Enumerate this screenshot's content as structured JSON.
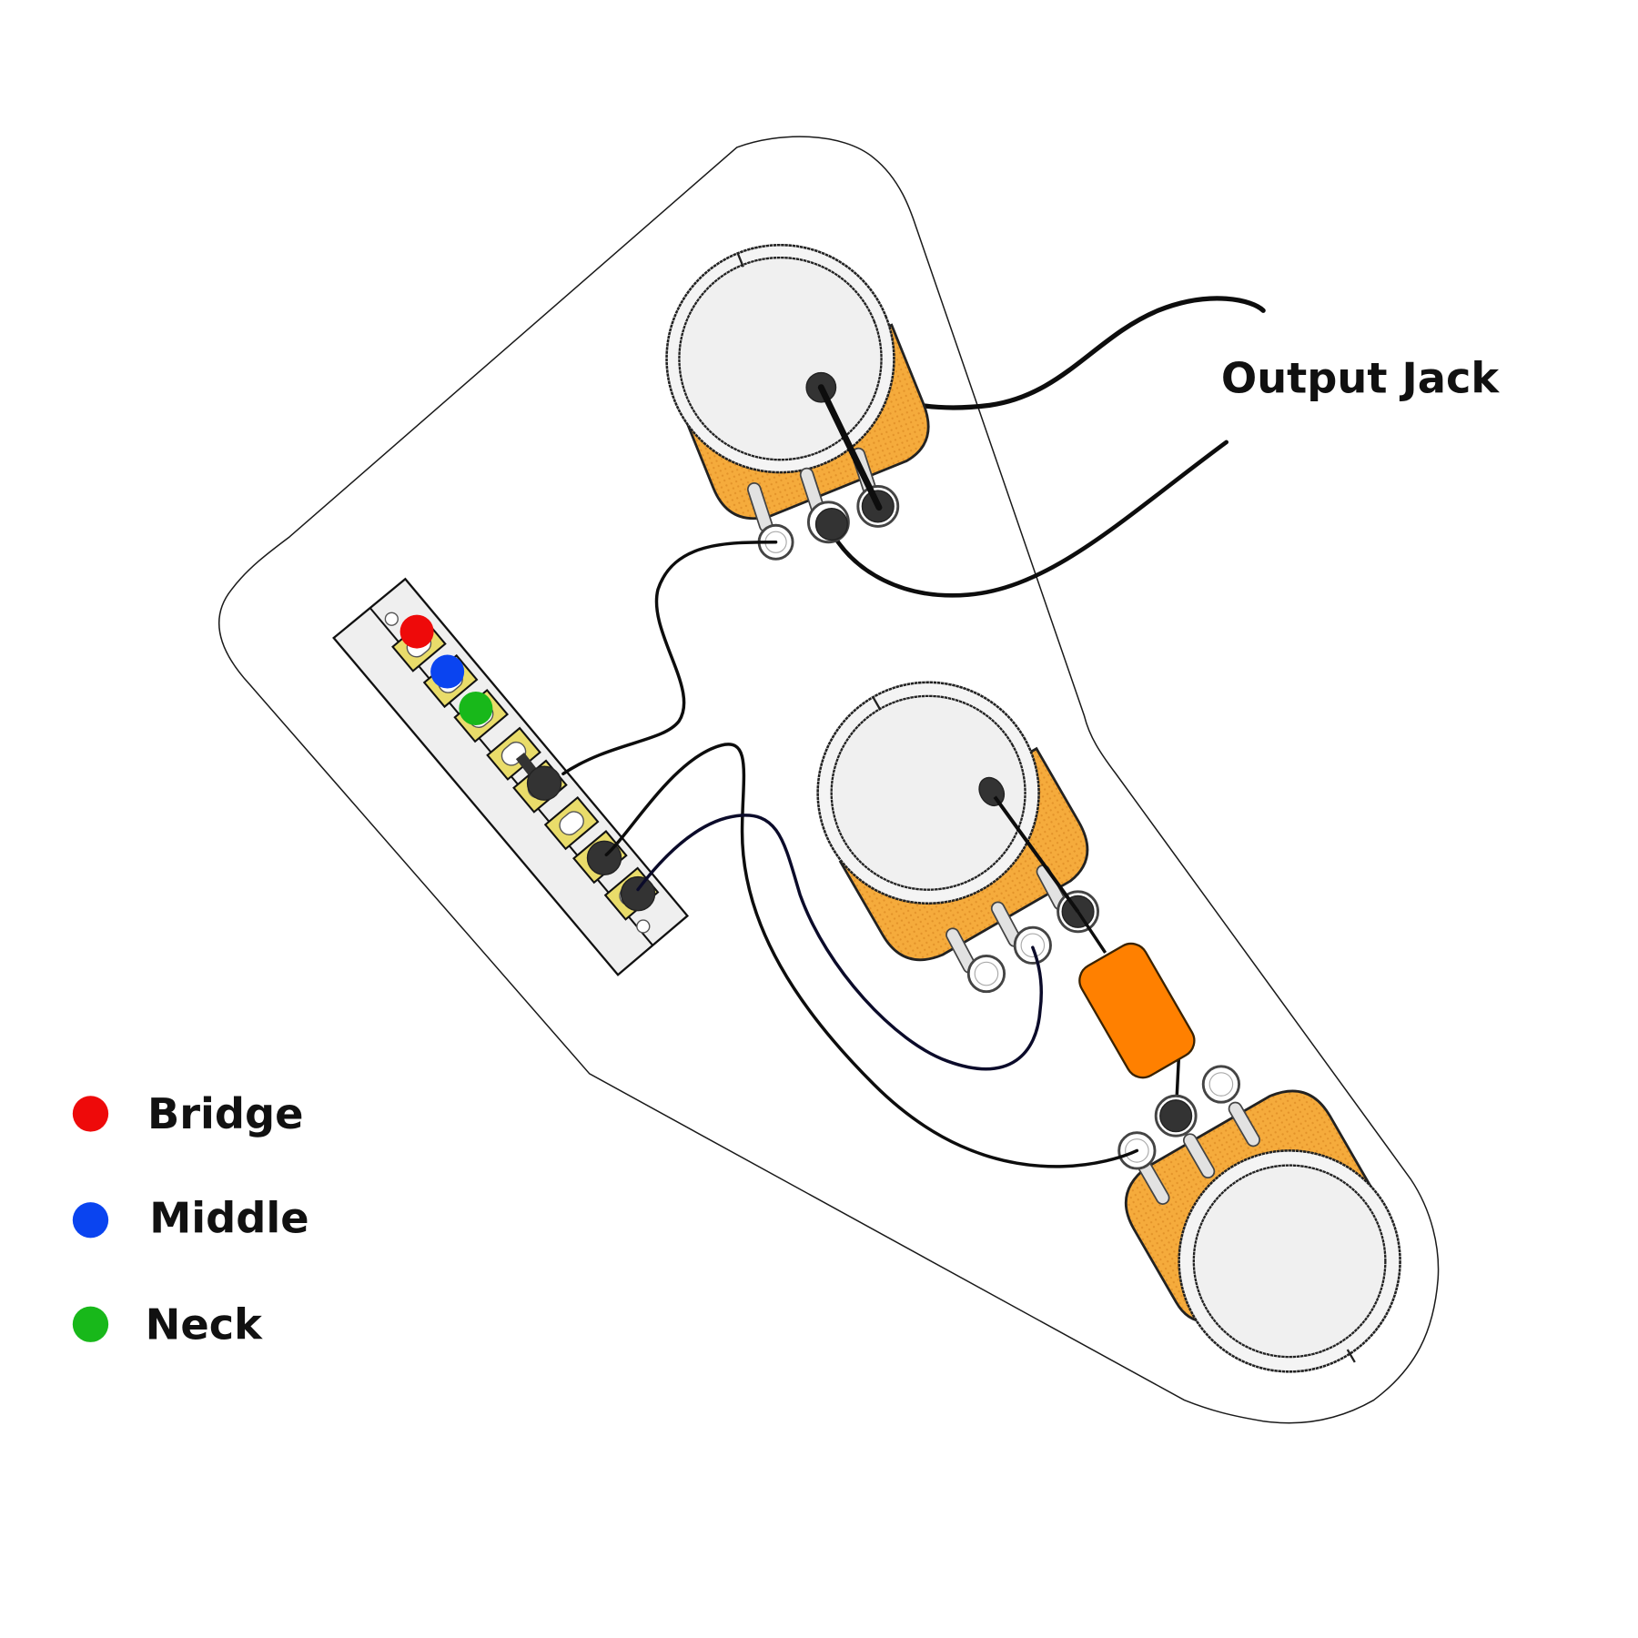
{
  "diagram": {
    "title": "Guitar control plate wiring diagram",
    "output_jack_label": "Output Jack",
    "legend": [
      {
        "label": "Bridge",
        "color": "#ee0a0a"
      },
      {
        "label": "Middle",
        "color": "#0a44f0"
      },
      {
        "label": "Neck",
        "color": "#18b81a"
      }
    ],
    "colors": {
      "pot_body": "#f5ab3c",
      "capacitor": "#ff8000",
      "switch_pad": "#e9dc6a",
      "solder": "#333333"
    },
    "components": {
      "pots": [
        "volume-pot",
        "tone-pot-1",
        "tone-pot-2"
      ],
      "switch": "5-way-blade-switch",
      "capacitor": "tone-capacitor"
    }
  }
}
